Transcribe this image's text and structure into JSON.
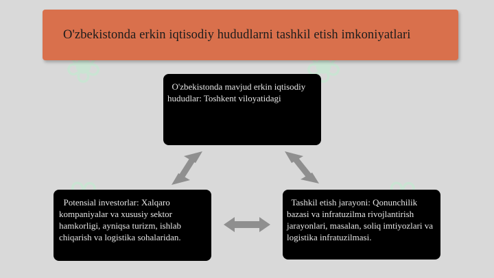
{
  "banner": {
    "title": "O'zbekistonda erkin iqtisodiy hududlarni tashkil etish imkoniyatlari"
  },
  "boxes": {
    "top": "  O'zbekistonda mavjud erkin iqtisodiy hududlar: Toshkent viloyatidagi",
    "left": "  Potensial investorlar: Xalqaro kompaniyalar va xususiy sektor hamkorligi, ayniqsa turizm, ishlab chiqarish va logistika sohalaridan.",
    "right": "  Tashkil etish jarayoni: Qonunchilik bazasi va infratuzilma rivojlantirish jarayonlari, masalan, soliq imtiyozlari va logistika infratuzilmasi."
  },
  "colors": {
    "background": "#d9d9d9",
    "banner": "#d9704c",
    "box": "#000000",
    "box_text": "#e6e6e6",
    "arrow": "#8f8f8f"
  },
  "icons": [
    "double-arrow-icon"
  ]
}
